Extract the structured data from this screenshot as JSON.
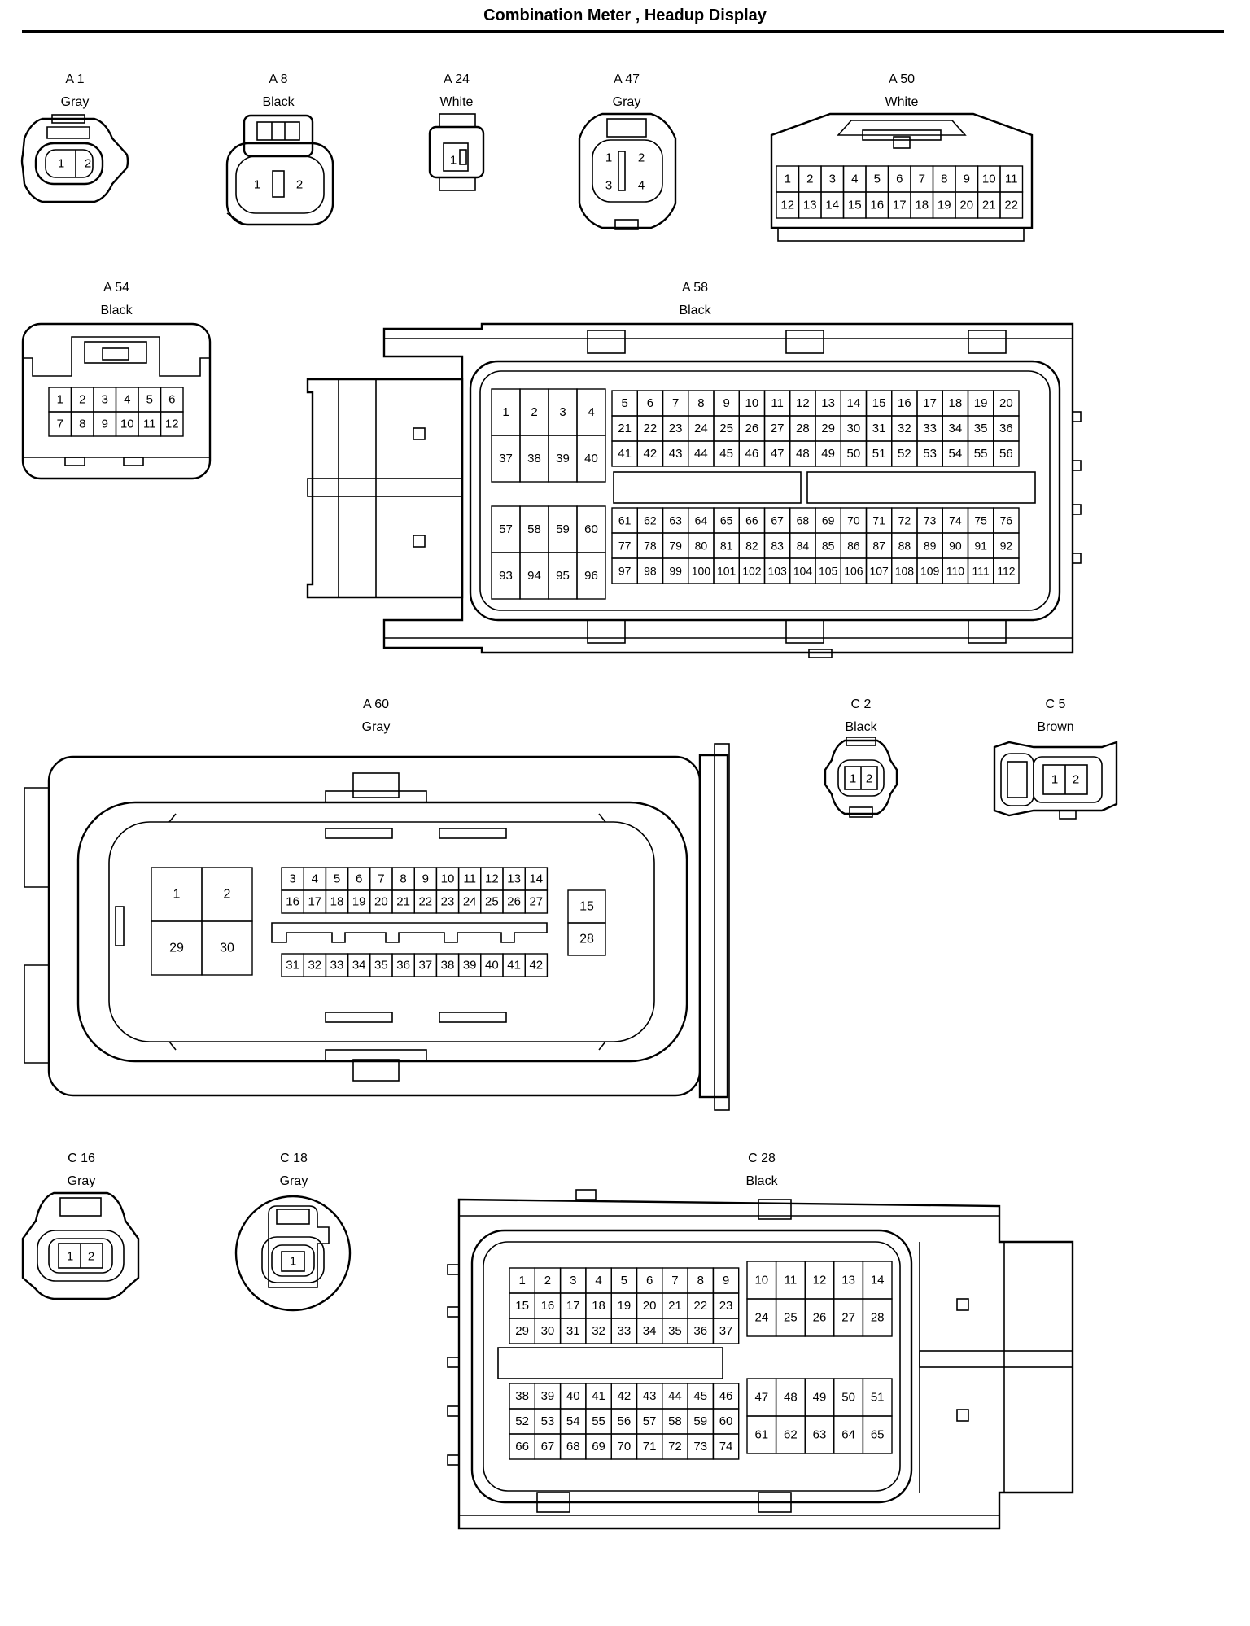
{
  "title": "Combination Meter , Headup Display",
  "connectors": [
    {
      "id": "A 1",
      "color": "Gray"
    },
    {
      "id": "A 8",
      "color": "Black"
    },
    {
      "id": "A 24",
      "color": "White"
    },
    {
      "id": "A 47",
      "color": "Gray"
    },
    {
      "id": "A 50",
      "color": "White"
    },
    {
      "id": "A 54",
      "color": "Black"
    },
    {
      "id": "A 58",
      "color": "Black"
    },
    {
      "id": "A 60",
      "color": "Gray"
    },
    {
      "id": "C 2",
      "color": "Black"
    },
    {
      "id": "C 5",
      "color": "Brown"
    },
    {
      "id": "C 16",
      "color": "Gray"
    },
    {
      "id": "C 18",
      "color": "Gray"
    },
    {
      "id": "C 28",
      "color": "Black"
    }
  ]
}
